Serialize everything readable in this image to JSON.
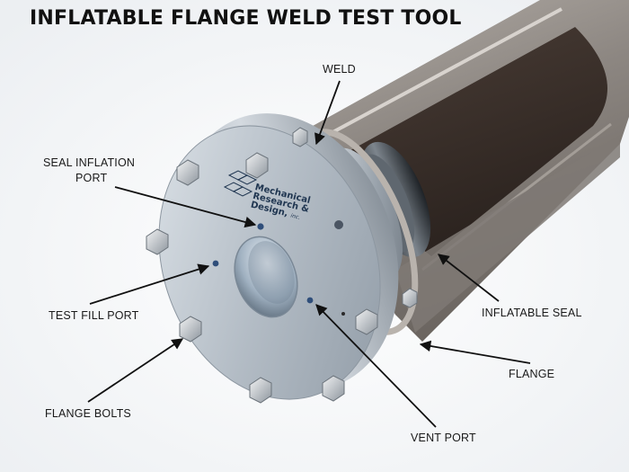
{
  "title": "INFLATABLE FLANGE WELD TEST TOOL",
  "labels": {
    "weld": "WELD",
    "seal_inflation_port_1": "SEAL INFLATION",
    "seal_inflation_port_2": "PORT",
    "test_fill_port": "TEST FILL PORT",
    "flange_bolts": "FLANGE BOLTS",
    "inflatable_seal": "INFLATABLE SEAL",
    "flange": "FLANGE",
    "vent_port": "VENT PORT"
  },
  "logo": {
    "line1": "Mechanical",
    "line2": "Research &",
    "line3": "Design,",
    "suffix": "inc."
  },
  "colors": {
    "pipe_outer": "#8a8580",
    "pipe_inner": "#3b302b",
    "flange": "#bcc4cc",
    "logo_text": "#1f3550",
    "leader_line": "#111111"
  }
}
